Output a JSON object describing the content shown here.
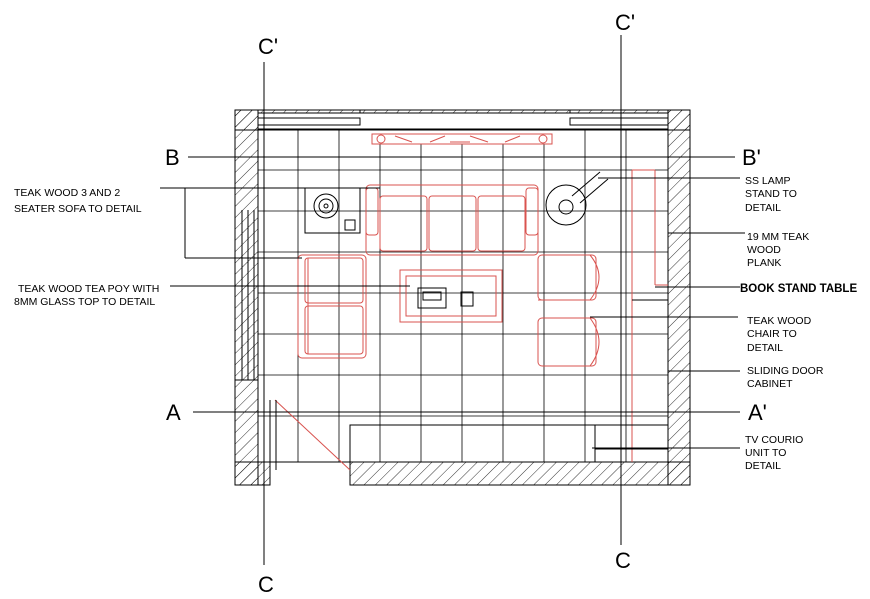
{
  "section_marks": {
    "c_top_left": "C'",
    "c_bottom_left": "C",
    "c_top_right": "C'",
    "c_bottom_right": "C",
    "b_left": "B",
    "b_right": "B'",
    "a_left": "A",
    "a_right": "A'"
  },
  "notes": {
    "sofa": [
      "TEAK WOOD 3 AND 2",
      "SEATER SOFA TO DETAIL"
    ],
    "teapoy": [
      "TEAK WOOD TEA POY WITH",
      "8MM GLASS TOP TO DETAIL"
    ],
    "lamp": [
      "SS LAMP",
      "STAND TO",
      "DETAIL"
    ],
    "plank": [
      "19 MM TEAK",
      "WOOD",
      "PLANK"
    ],
    "book_stand": "BOOK STAND TABLE",
    "chair": [
      "TEAK WOOD",
      "CHAIR TO",
      "DETAIL"
    ],
    "cabinet": [
      "SLIDING DOOR",
      "CABINET"
    ],
    "tv_unit": [
      "TV COURIO",
      "UNIT TO",
      "DETAIL"
    ]
  },
  "colors": {
    "line": "#000000",
    "furniture": "#d9534f",
    "background": "#ffffff"
  }
}
